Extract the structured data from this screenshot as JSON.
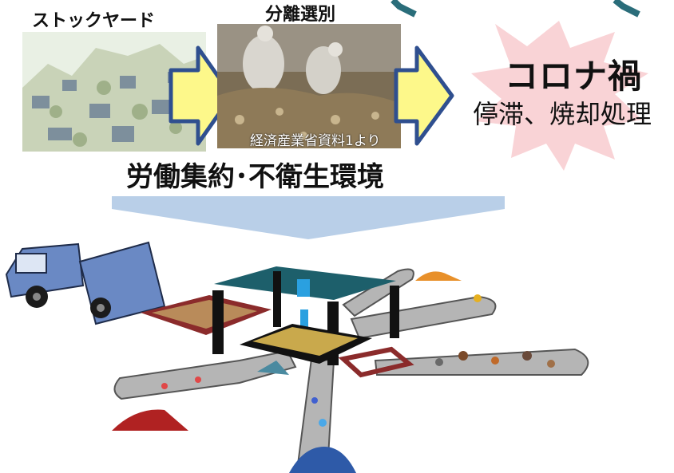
{
  "labels": {
    "stockyard": "ストックヤード",
    "separation": "分離選別",
    "corona": "コロナ禍",
    "stagnation": "停滞、焼却処理",
    "labor": "労働集約･不衛生環境",
    "source": "経済産業省資料1より"
  },
  "colors": {
    "arrow_fill": "#fdf88a",
    "arrow_stroke": "#2f4f8f",
    "burst_fill": "#f9d3d6",
    "down_arrow": "#b9cfe8",
    "truck": "#6a89c4",
    "frame": "#1d5f6b",
    "tray": "#8b2b2b",
    "conveyor": "#b5b5b5"
  }
}
